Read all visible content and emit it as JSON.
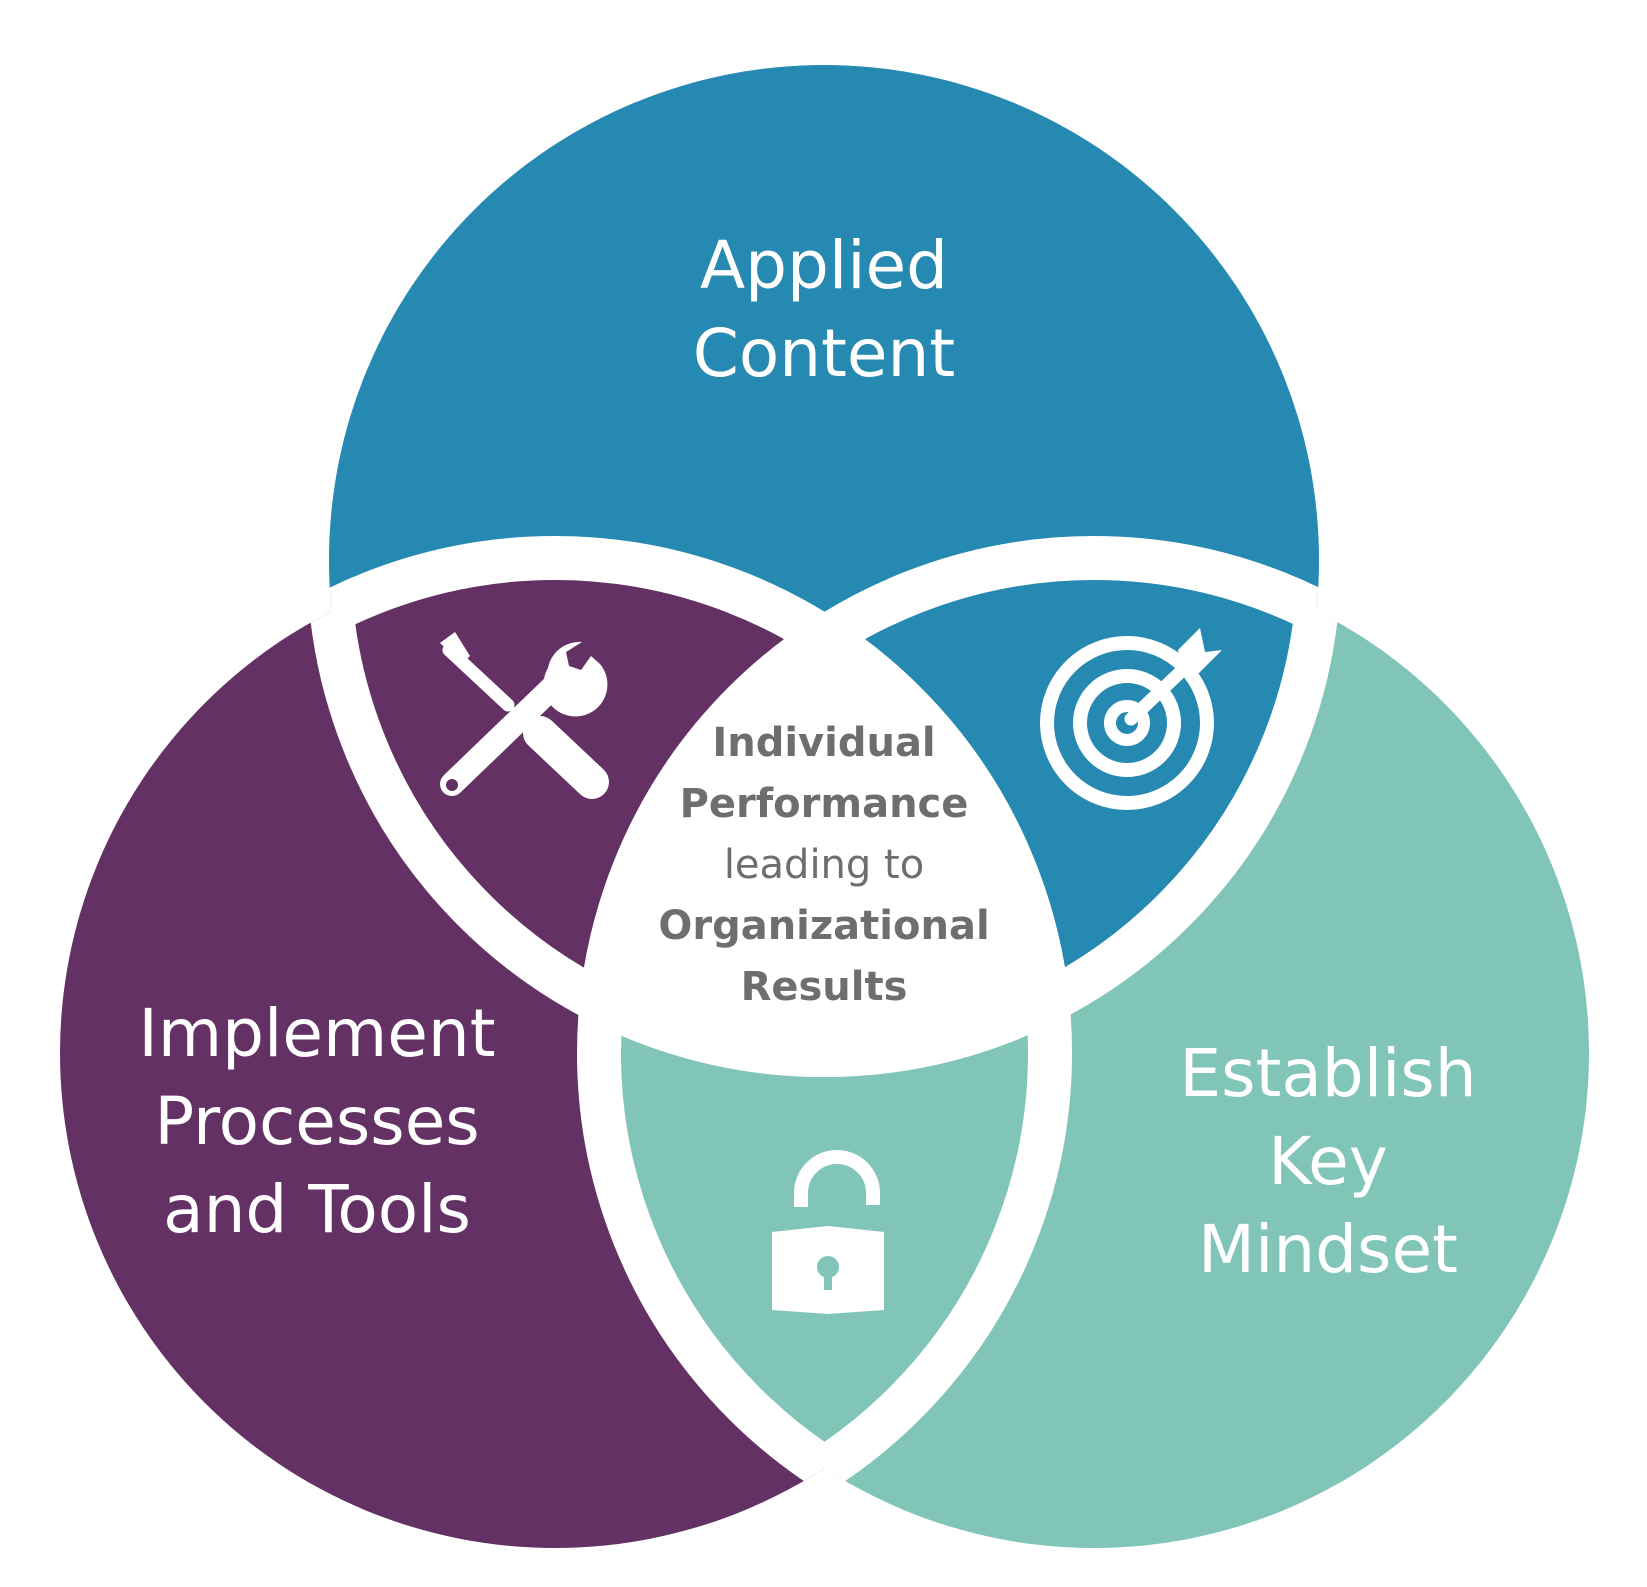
{
  "diagram": {
    "circles": {
      "top": {
        "lines": [
          "Applied",
          "Content"
        ],
        "color": "#2689b1"
      },
      "left": {
        "lines": [
          "Implement",
          "Processes",
          "and Tools"
        ],
        "color": "#633163"
      },
      "right": {
        "lines": [
          "Establish",
          "Key",
          "Mindset"
        ],
        "color": "#80c5b8"
      }
    },
    "center": {
      "line1": "Individual",
      "line2": "Performance",
      "line3": "leading to",
      "line4": "Organizational",
      "line5": "Results",
      "color": "#6e6e6e"
    },
    "overlap_icons": {
      "top_left": "wrench-screwdriver-icon",
      "top_right": "target-arrow-icon",
      "bottom": "unlocked-padlock-icon"
    },
    "gap_color": "#ffffff"
  }
}
